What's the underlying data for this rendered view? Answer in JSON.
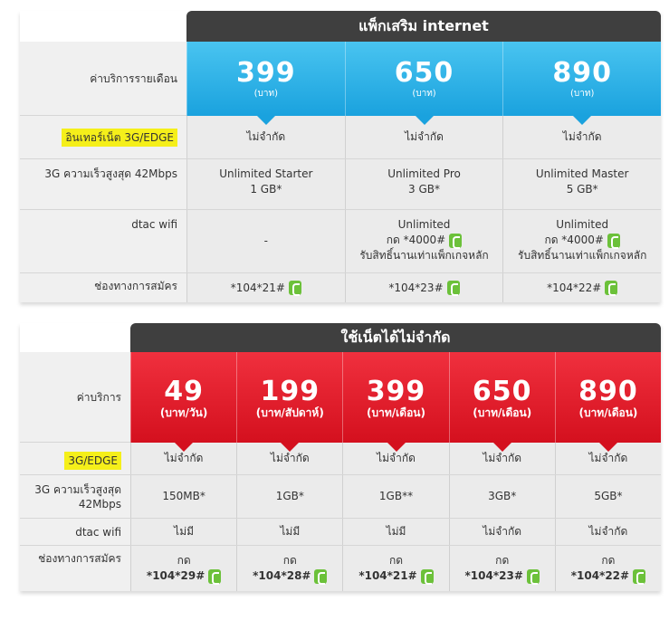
{
  "table1": {
    "title": "แพ็กเสริม internet",
    "price_label": "ค่าบริการรายเดือน",
    "plans": [
      {
        "price": "399",
        "unit": "(บาท)"
      },
      {
        "price": "650",
        "unit": "(บาท)"
      },
      {
        "price": "890",
        "unit": "(บาท)"
      }
    ],
    "rows": {
      "edge_label": "อินเทอร์เน็ต 3G/EDGE",
      "edge_values": [
        "ไม่จำกัด",
        "ไม่จำกัด",
        "ไม่จำกัด"
      ],
      "speed_label": "3G ความเร็วสูงสุด 42Mbps",
      "speed_values": [
        {
          "line1": "Unlimited Starter",
          "line2": "1 GB*"
        },
        {
          "line1": "Unlimited Pro",
          "line2": "3 GB*"
        },
        {
          "line1": "Unlimited Master",
          "line2": "5 GB*"
        }
      ],
      "wifi_label": "dtac wifi",
      "wifi_values": [
        {
          "line1": "-",
          "line2": "",
          "line3": ""
        },
        {
          "line1": "Unlimited",
          "line2": "กด *4000#",
          "line3": "รับสิทธิ์นานเท่าแพ็กเกจหลัก"
        },
        {
          "line1": "Unlimited",
          "line2": "กด *4000#",
          "line3": "รับสิทธิ์นานเท่าแพ็กเกจหลัก"
        }
      ],
      "signup_label": "ช่องทางการสมัคร",
      "signup_values": [
        "*104*21#",
        "*104*23#",
        "*104*22#"
      ]
    }
  },
  "table2": {
    "title": "ใช้เน็ตได้ไม่จำกัด",
    "price_label": "ค่าบริการ",
    "plans": [
      {
        "price": "49",
        "unit": "(บาท/วัน)"
      },
      {
        "price": "199",
        "unit": "(บาท/สัปดาห์)"
      },
      {
        "price": "399",
        "unit": "(บาท/เดือน)"
      },
      {
        "price": "650",
        "unit": "(บาท/เดือน)"
      },
      {
        "price": "890",
        "unit": "(บาท/เดือน)"
      }
    ],
    "rows": {
      "edge_label": "3G/EDGE",
      "edge_values": [
        "ไม่จำกัด",
        "ไม่จำกัด",
        "ไม่จำกัด",
        "ไม่จำกัด",
        "ไม่จำกัด"
      ],
      "speed_label_line1": "3G ความเร็วสูงสุด",
      "speed_label_line2": "42Mbps",
      "speed_values": [
        "150MB*",
        "1GB*",
        "1GB**",
        "3GB*",
        "5GB*"
      ],
      "wifi_label": "dtac wifi",
      "wifi_values": [
        "ไม่มี",
        "ไม่มี",
        "ไม่มี",
        "ไม่จำกัด",
        "ไม่จำกัด"
      ],
      "signup_label": "ช่องทางการสมัคร",
      "signup_prefix": "กด",
      "signup_values": [
        "*104*29#",
        "*104*28#",
        "*104*21#",
        "*104*23#",
        "*104*22#"
      ]
    }
  },
  "colors": {
    "blue": "#1aa2de",
    "red": "#d4101e",
    "header": "#3f3f3f",
    "highlight": "#f5ef1a",
    "phone": "#6cc13a"
  }
}
